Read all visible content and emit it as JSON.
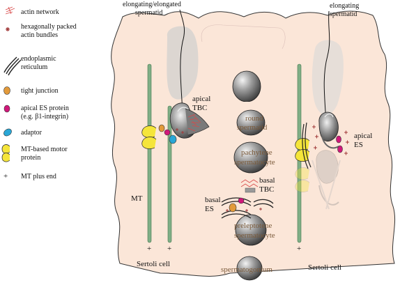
{
  "legend": {
    "items": [
      {
        "icon": "actin-network-icon",
        "lines": [
          "actin network"
        ]
      },
      {
        "icon": "hexagonal-actin-bundles-icon",
        "lines": [
          "hexagonally packed",
          "actin bundles"
        ]
      },
      {
        "icon": "endoplasmic-reticulum-icon",
        "lines": [
          "endoplasmic",
          "reticulum"
        ]
      },
      {
        "icon": "tight-junction-icon",
        "lines": [
          "tight junction"
        ]
      },
      {
        "icon": "apical-es-protein-icon",
        "lines": [
          "apical ES protein",
          "(e.g. β1-integrin)"
        ]
      },
      {
        "icon": "adaptor-icon",
        "lines": [
          "adaptor"
        ]
      },
      {
        "icon": "mt-motor-protein-icon",
        "lines": [
          "MT-based motor",
          "protein"
        ]
      },
      {
        "icon": "mt-plus-end-icon",
        "lines": [
          "MT plus end"
        ]
      }
    ]
  },
  "labels": {
    "top_left_spermatid": [
      "elongating/elongated",
      "spermatid"
    ],
    "top_right_spermatid": [
      "elongating",
      "spermatid"
    ],
    "apical_tbc": [
      "apical",
      "TBC"
    ],
    "apical_es": [
      "apical",
      "ES"
    ],
    "basal_tbc": [
      "basal",
      "TBC"
    ],
    "basal_es": [
      "basal",
      "ES"
    ],
    "mt": "MT",
    "sertoli_left": "Sertoli cell",
    "sertoli_right": "Sertoli cell",
    "plus": "+"
  },
  "cells": {
    "round_spermatid": [
      "round",
      "spermatid"
    ],
    "pachytene": [
      "pachytene",
      "spermatocyte"
    ],
    "preleptotene": [
      "preleptotene",
      "spermatocyte"
    ],
    "spermatogonium": "spermatogonium"
  },
  "colors": {
    "sertoli_fill": "#fbe6d8",
    "sertoli_stroke": "#333333",
    "mt_green": "#7fae86",
    "actin_red": "#d84a4a",
    "hex_bundle": "#a13a3a",
    "tight_junction": "#e39a3a",
    "es_protein": "#d0187a",
    "adaptor": "#2aa7d6",
    "motor_yellow": "#f5e53a"
  }
}
